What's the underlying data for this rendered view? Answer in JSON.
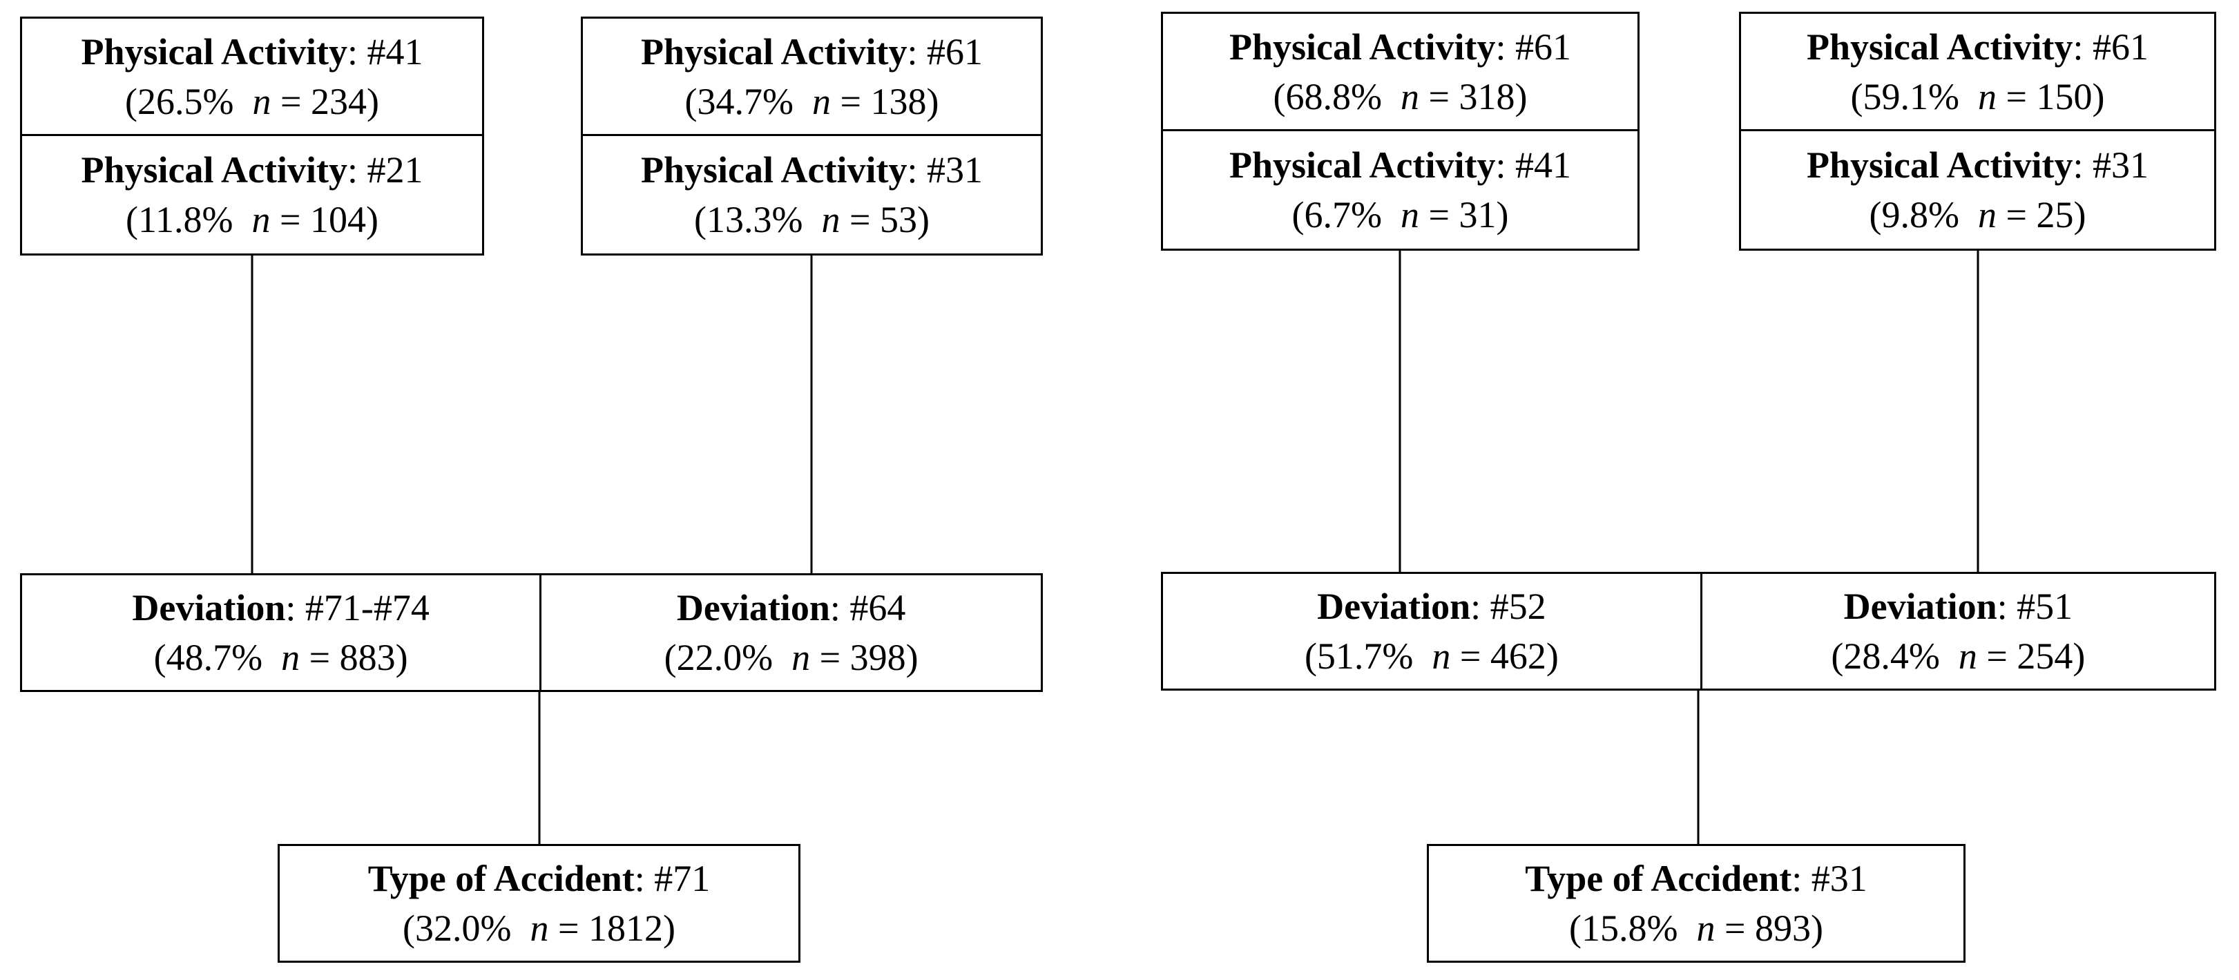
{
  "diagrams": [
    {
      "physical_activity_groups": [
        {
          "top": {
            "label": "Physical Activity",
            "code": ": #41",
            "pct": "(26.5%",
            "n_sym": "n",
            "n_val": " = 234)"
          },
          "bottom": {
            "label": "Physical Activity",
            "code": ": #21",
            "pct": "(11.8%",
            "n_sym": "n",
            "n_val": " = 104)"
          }
        },
        {
          "top": {
            "label": "Physical Activity",
            "code": ": #61",
            "pct": "(34.7%",
            "n_sym": "n",
            "n_val": " = 138)"
          },
          "bottom": {
            "label": "Physical Activity",
            "code": ": #31",
            "pct": "(13.3%",
            "n_sym": "n",
            "n_val": " = 53)"
          }
        }
      ],
      "deviations": [
        {
          "label": "Deviation",
          "code": ": #71-#74",
          "pct": "(48.7%",
          "n_sym": "n",
          "n_val": " = 883)"
        },
        {
          "label": "Deviation",
          "code": ": #64",
          "pct": "(22.0%",
          "n_sym": "n",
          "n_val": " = 398)"
        }
      ],
      "accident": {
        "label": "Type of Accident",
        "code": ": #71",
        "pct": "(32.0%",
        "n_sym": "n",
        "n_val": " = 1812)"
      }
    },
    {
      "physical_activity_groups": [
        {
          "top": {
            "label": "Physical Activity",
            "code": ": #61",
            "pct": "(68.8%",
            "n_sym": "n",
            "n_val": " = 318)"
          },
          "bottom": {
            "label": "Physical Activity",
            "code": ": #41",
            "pct": "(6.7%",
            "n_sym": "n",
            "n_val": " = 31)"
          }
        },
        {
          "top": {
            "label": "Physical Activity",
            "code": ": #61",
            "pct": "(59.1%",
            "n_sym": "n",
            "n_val": " = 150)"
          },
          "bottom": {
            "label": "Physical Activity",
            "code": ": #31",
            "pct": "(9.8%",
            "n_sym": "n",
            "n_val": " = 25)"
          }
        }
      ],
      "deviations": [
        {
          "label": "Deviation",
          "code": ": #52",
          "pct": "(51.7%",
          "n_sym": "n",
          "n_val": " = 462)"
        },
        {
          "label": "Deviation",
          "code": ": #51",
          "pct": "(28.4%",
          "n_sym": "n",
          "n_val": " = 254)"
        }
      ],
      "accident": {
        "label": "Type of Accident",
        "code": ": #31",
        "pct": "(15.8%",
        "n_sym": "n",
        "n_val": " = 893)"
      }
    }
  ]
}
